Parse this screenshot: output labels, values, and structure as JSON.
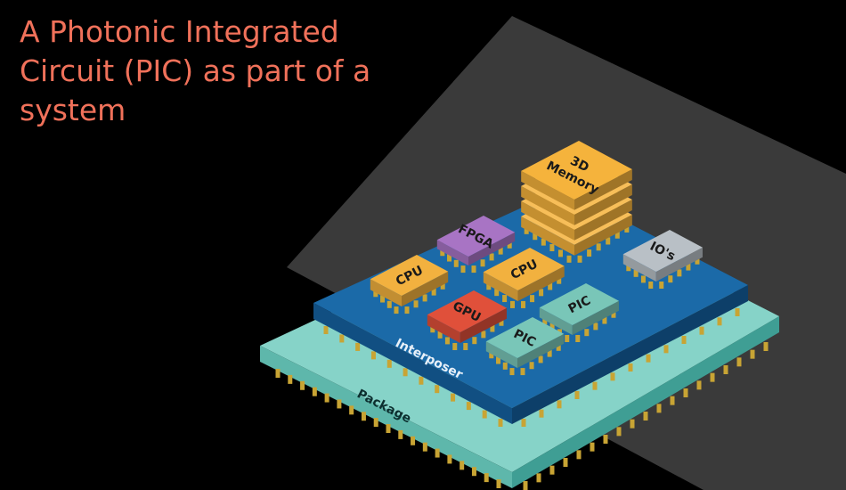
{
  "slide": {
    "title": "A Photonic Integrated Circuit (PIC) as part of a system"
  },
  "diagram": {
    "layers": {
      "package": "Package",
      "interposer": "Interposer"
    },
    "chips": {
      "memory_line1": "3D",
      "memory_line2": "Memory",
      "fpga": "FPGA",
      "cpu_left": "CPU",
      "cpu_right": "CPU",
      "gpu": "GPU",
      "pic_upper": "PIC",
      "pic_lower": "PIC",
      "ios": "IO's"
    },
    "colors": {
      "background": "#000000",
      "title": "#f0715a",
      "backplane": "#3a3a3a",
      "package": "#7ccfc4",
      "interposer": "#17609a",
      "cpu": "#f2b13f",
      "memory": "#f5b33c",
      "fpga": "#a874c4",
      "gpu": "#e0503a",
      "pic": "#79c6b8",
      "ios": "#b9c0c6",
      "pins": "#c8a434"
    }
  }
}
